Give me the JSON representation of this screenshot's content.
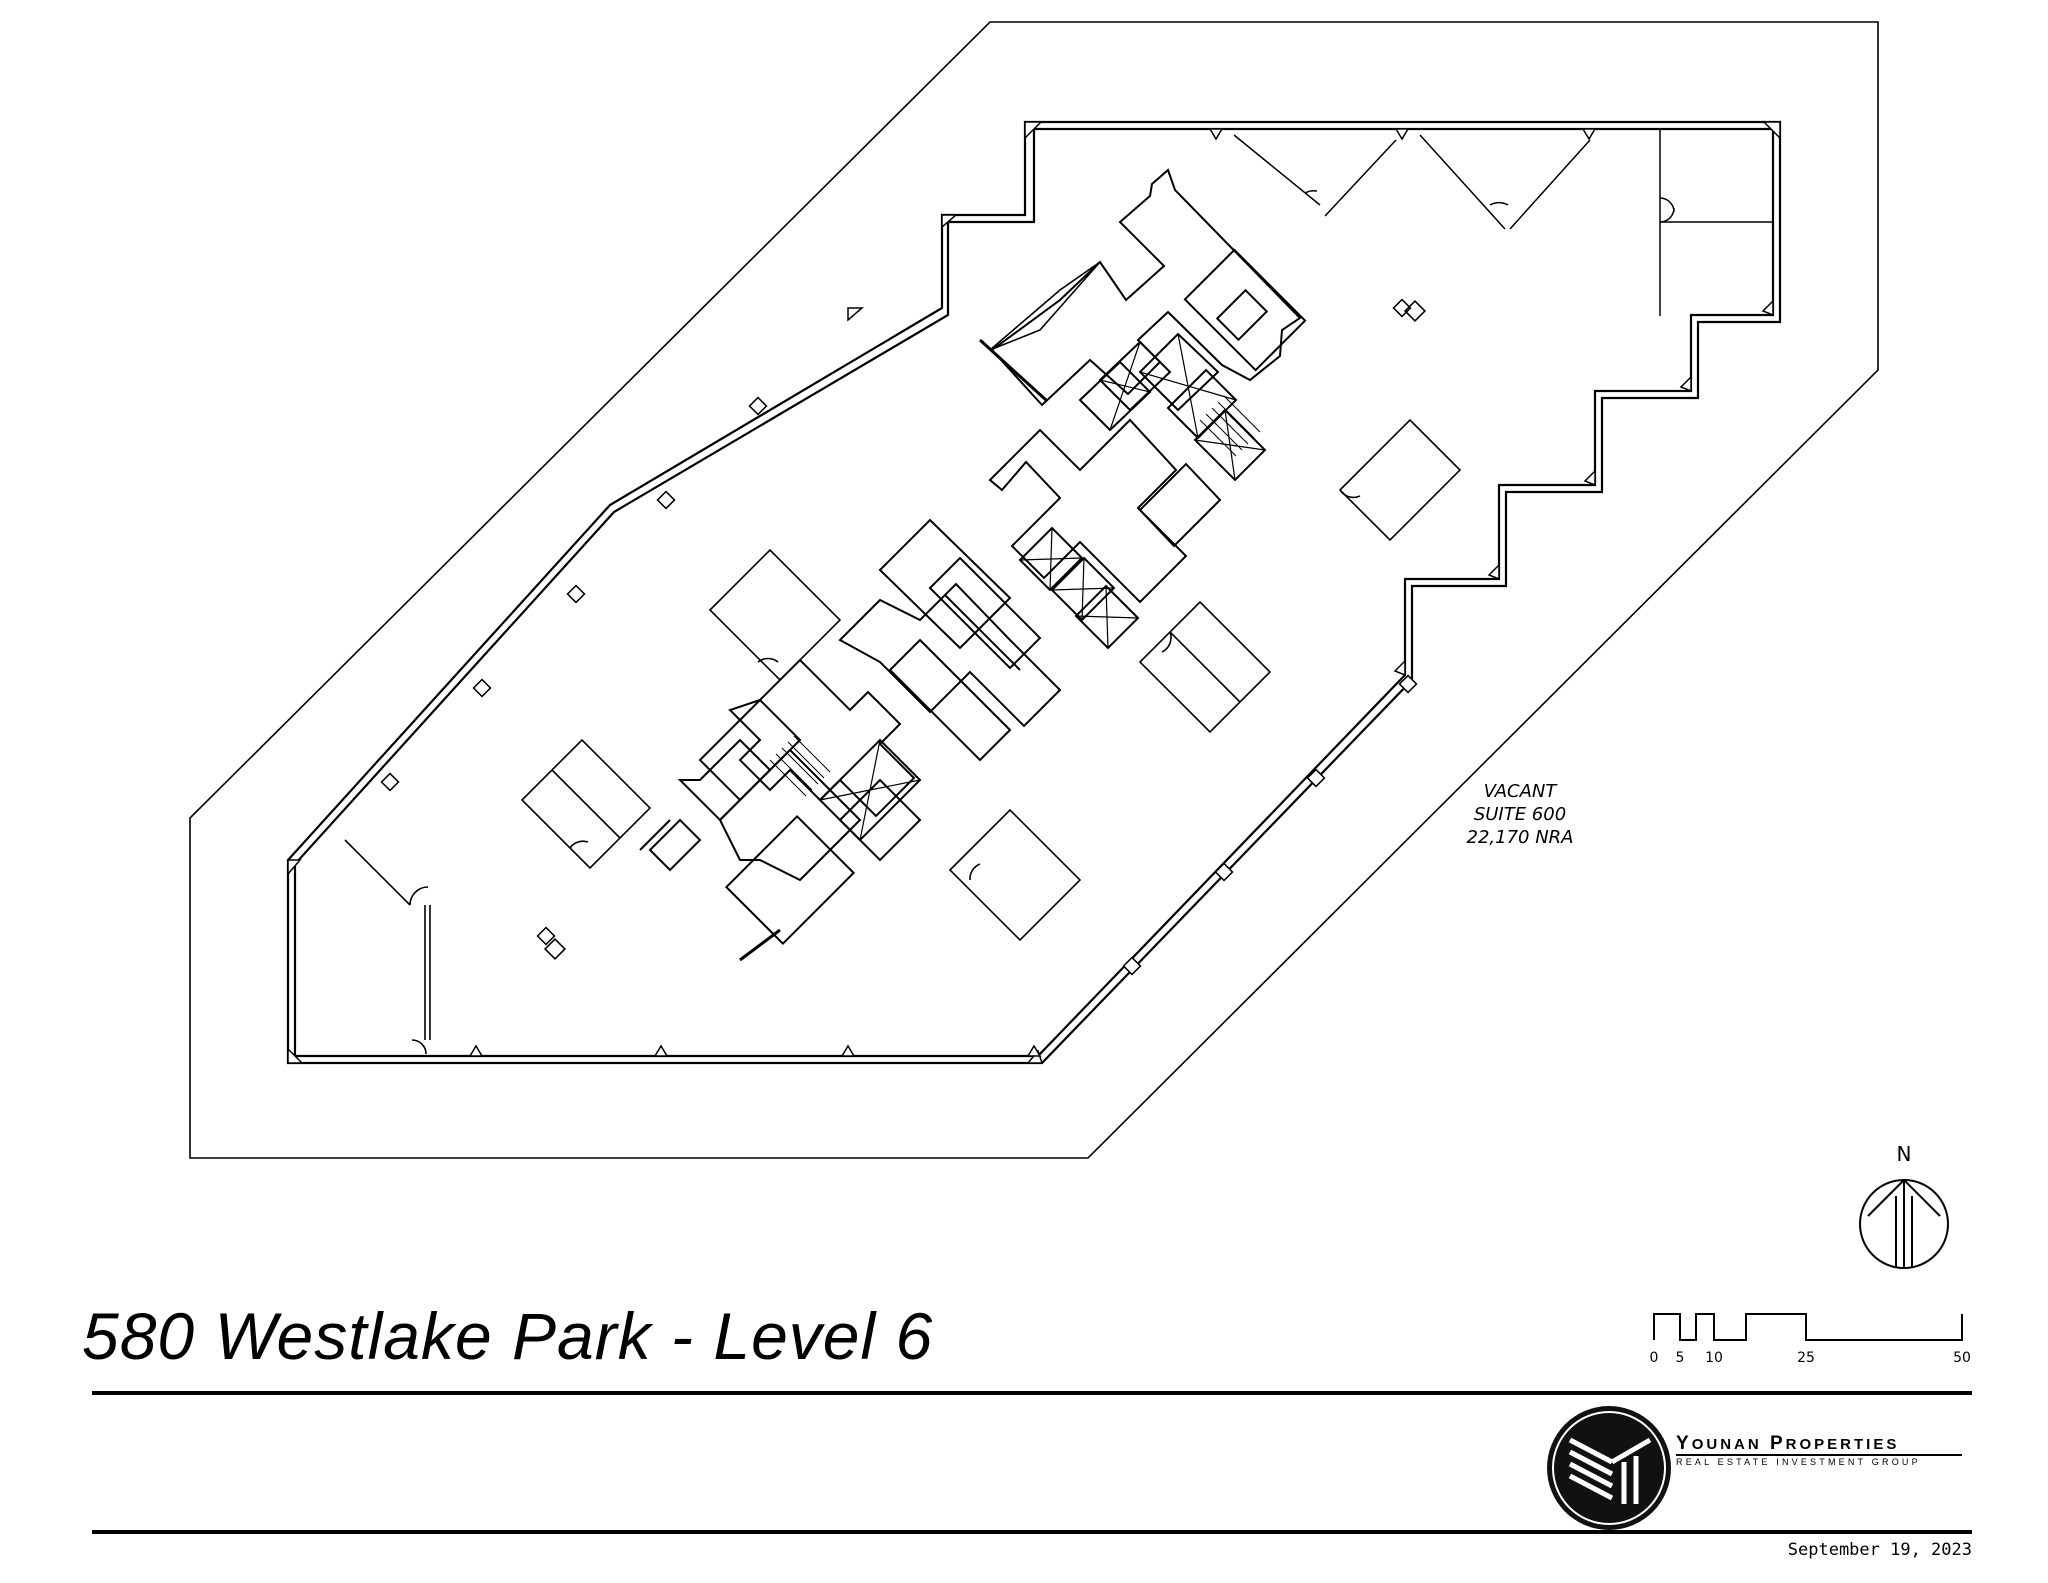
{
  "title": "580 Westlake Park - Level 6",
  "suite": {
    "status": "VACANT",
    "name": "SUITE 600",
    "area": "22,170 NRA"
  },
  "north_label": "N",
  "scale_labels": [
    "0",
    "5",
    "10",
    "25",
    "50"
  ],
  "company": {
    "name_first_initial": "Y",
    "name_first_rest": "OUNAN",
    "name_second_initial": "P",
    "name_second_rest": "ROPERTIES",
    "tagline": "REAL ESTATE INVESTMENT GROUP"
  },
  "date": "September 19, 2023",
  "icons": [
    "north-arrow-icon",
    "company-logo-icon"
  ]
}
